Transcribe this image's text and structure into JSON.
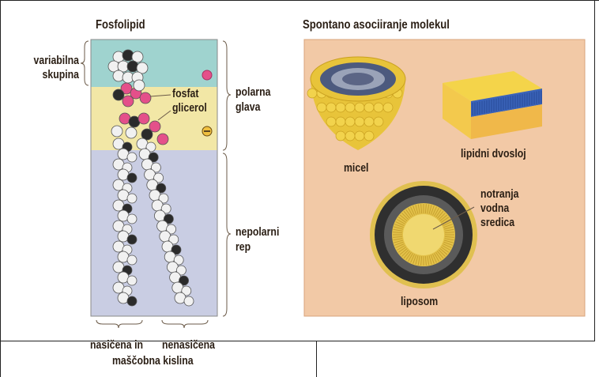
{
  "left_panel": {
    "title": "Fosfolipid",
    "labels": {
      "variable_group": [
        "variabilna",
        "skupina"
      ],
      "phosphate": "fosfat",
      "glycerol": "glicerol",
      "polar_head": [
        "polarna",
        "glava"
      ],
      "nonpolar_tail": [
        "nepolarni",
        "rep"
      ],
      "saturated": "nasičena in",
      "fatty_acid": "maščobna kislina",
      "unsaturated": "nenasičena"
    },
    "colors": {
      "variable_band": "#9fd3cf",
      "head_band": "#f2e7a6",
      "tail_band": "#c9cde3",
      "pink_atom": "#e4508a",
      "white_atom": "#f1f1f1",
      "dark_atom": "#2b2b2b"
    }
  },
  "right_panel": {
    "title": "Spontano asociiranje molekul",
    "labels": {
      "micelle": "micel",
      "bilayer": "lipidni dvosloj",
      "liposome": "liposom",
      "aqueous_core": [
        "notranja",
        "vodna",
        "sredica"
      ]
    },
    "colors": {
      "background": "#f2c9a6",
      "head_yellow": "#f0d44a",
      "tail_blue": "#3a63b8",
      "tail_dark": "#3a3a3a"
    }
  }
}
